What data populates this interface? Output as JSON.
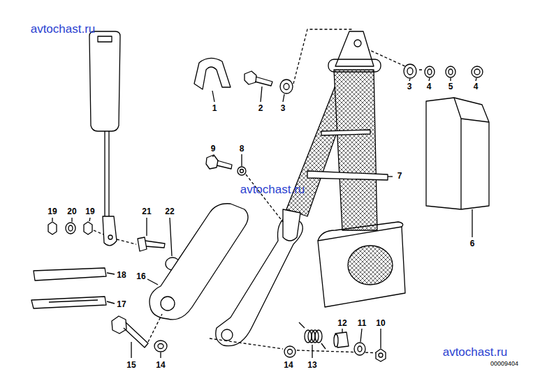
{
  "diagram": {
    "labels": [
      "avtochast.ru",
      "1",
      "2",
      "3",
      "3",
      "4",
      "5",
      "4",
      "9",
      "8",
      "avtochast.ru",
      "7",
      "6",
      "19",
      "20",
      "19",
      "21",
      "22",
      "18",
      "17",
      "16",
      "15",
      "14",
      "14",
      "13",
      "12",
      "11",
      "10",
      "avtochast.ru",
      "00009404"
    ]
  }
}
